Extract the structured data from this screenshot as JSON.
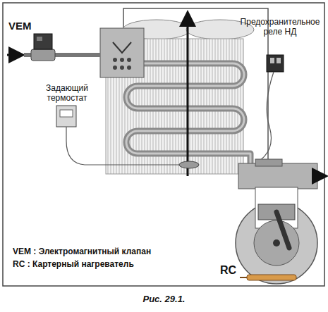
{
  "diagram": {
    "caption": "Рис. 29.1.",
    "labels": [
      "VEM",
      "Задающий термостат",
      "Предохранительное реле НД",
      "VEM : Электромагнитный клапан",
      "RC : Картерный нагреватель",
      "RC"
    ]
  }
}
